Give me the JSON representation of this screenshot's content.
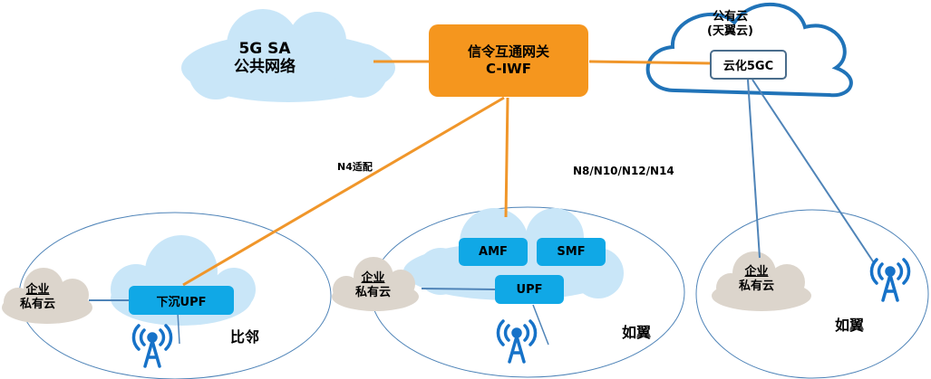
{
  "colors": {
    "orange_link": "#f0962a",
    "blue_link": "#4f84b8",
    "light_cloud": "#c9e6f8",
    "enterprise_cloud": "#dcd5cc",
    "function_box": "#10a8e6",
    "gateway_box": "#f5961e",
    "antenna": "#1672c8",
    "public_cloud_outline": "#2073b8"
  },
  "public_network": {
    "line1": "5G SA",
    "line2": "公共网络"
  },
  "gateway": {
    "line1": "信令互通网关",
    "line2": "C-IWF"
  },
  "public_cloud": {
    "line1": "公有云",
    "line2": "(天翼云)",
    "core_label": "云化5GC"
  },
  "links": {
    "n4": "N4适配",
    "service": "N8/N10/N12/N14"
  },
  "sites": [
    {
      "name": "比邻",
      "upf_label": "下沉UPF",
      "enterprise": {
        "line1": "企业",
        "line2": "私有云"
      }
    },
    {
      "name": "如翼",
      "functions": [
        "AMF",
        "SMF",
        "UPF"
      ],
      "enterprise": {
        "line1": "企业",
        "line2": "私有云"
      }
    },
    {
      "name": "如翼",
      "enterprise": {
        "line1": "企业",
        "line2": "私有云"
      }
    }
  ],
  "icons": [
    "cloud-icon",
    "antenna-icon"
  ]
}
